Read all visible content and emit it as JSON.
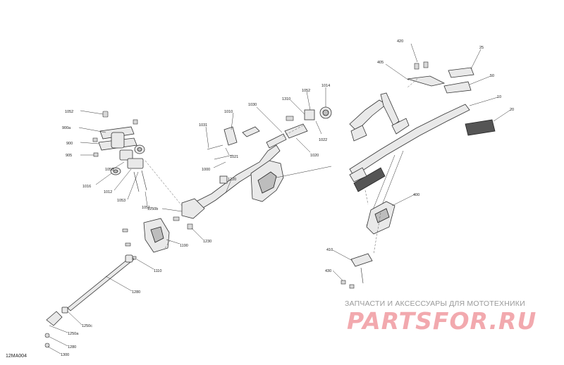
{
  "diagram_code": "12MA004",
  "watermark": {
    "subtitle": "ЗАПЧАСТИ И АКСЕССУАРЫ ДЛЯ МОТОТЕХНИКИ",
    "logo": "PARTSFOR.RU"
  },
  "callouts": {
    "c420": "420",
    "c405": "405",
    "c25": "25",
    "c50": "50",
    "c10": "10",
    "c20": "20",
    "c1014": "1014",
    "c1310": "1310",
    "c1052b": "1052",
    "c1010": "1010",
    "c1030": "1030",
    "c1022": "1022",
    "c1020": "1020",
    "c1021": "1021",
    "c1031": "1031",
    "c1000": "1000",
    "c1052": "1052",
    "c900a": "900a",
    "c900": "900",
    "c905": "905",
    "c1050": "1050",
    "c1016": "1016",
    "c1012": "1012",
    "c1053": "1053",
    "c1051": "1051",
    "c1220": "1220",
    "c1250b": "1250b",
    "c1230": "1230",
    "c1190": "1190",
    "c1110": "1110",
    "c1280a": "1280",
    "c400": "400",
    "c410": "410",
    "c430": "430",
    "c1250c": "1250c",
    "c1250a": "1250a",
    "c1280b": "1280",
    "c1300": "1300"
  }
}
